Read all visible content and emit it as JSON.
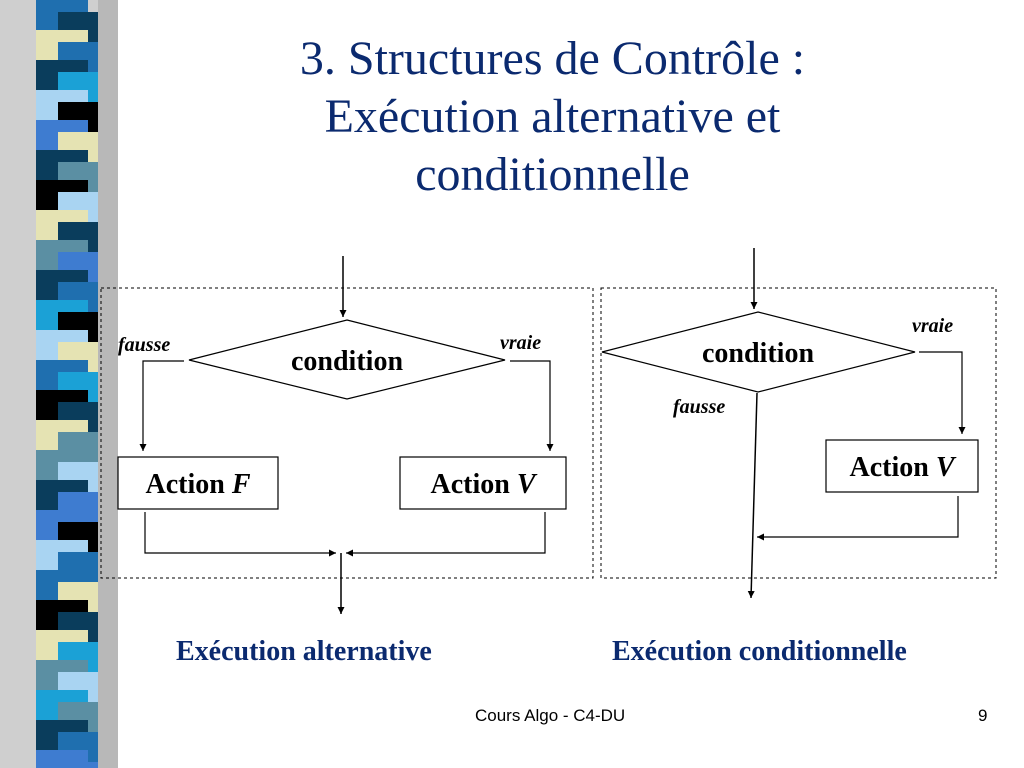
{
  "slide": {
    "title_lines": [
      "3. Structures de Contrôle :",
      "Exécution alternative et",
      "conditionnelle"
    ],
    "footer": "Cours Algo - C4-DU",
    "page": "9"
  },
  "alternative": {
    "condition": "condition",
    "false_label": "fausse",
    "true_label": "vraie",
    "action_f_prefix": "Action ",
    "action_f_var": "F",
    "action_v_prefix": "Action ",
    "action_v_var": "V",
    "caption": "Exécution alternative"
  },
  "conditional": {
    "condition": "condition",
    "true_label": "vraie",
    "false_label": "fausse",
    "action_v_prefix": "Action ",
    "action_v_var": "V",
    "caption": "Exécution conditionnelle"
  },
  "colors": {
    "title": "#0B2A6F",
    "stripe": [
      "#1F6FAF",
      "#E5E3B3",
      "#0A3D5C",
      "#A9D4F2",
      "#3E7CD0",
      "#000000",
      "#5B8FA3",
      "#1BA1D6"
    ]
  }
}
